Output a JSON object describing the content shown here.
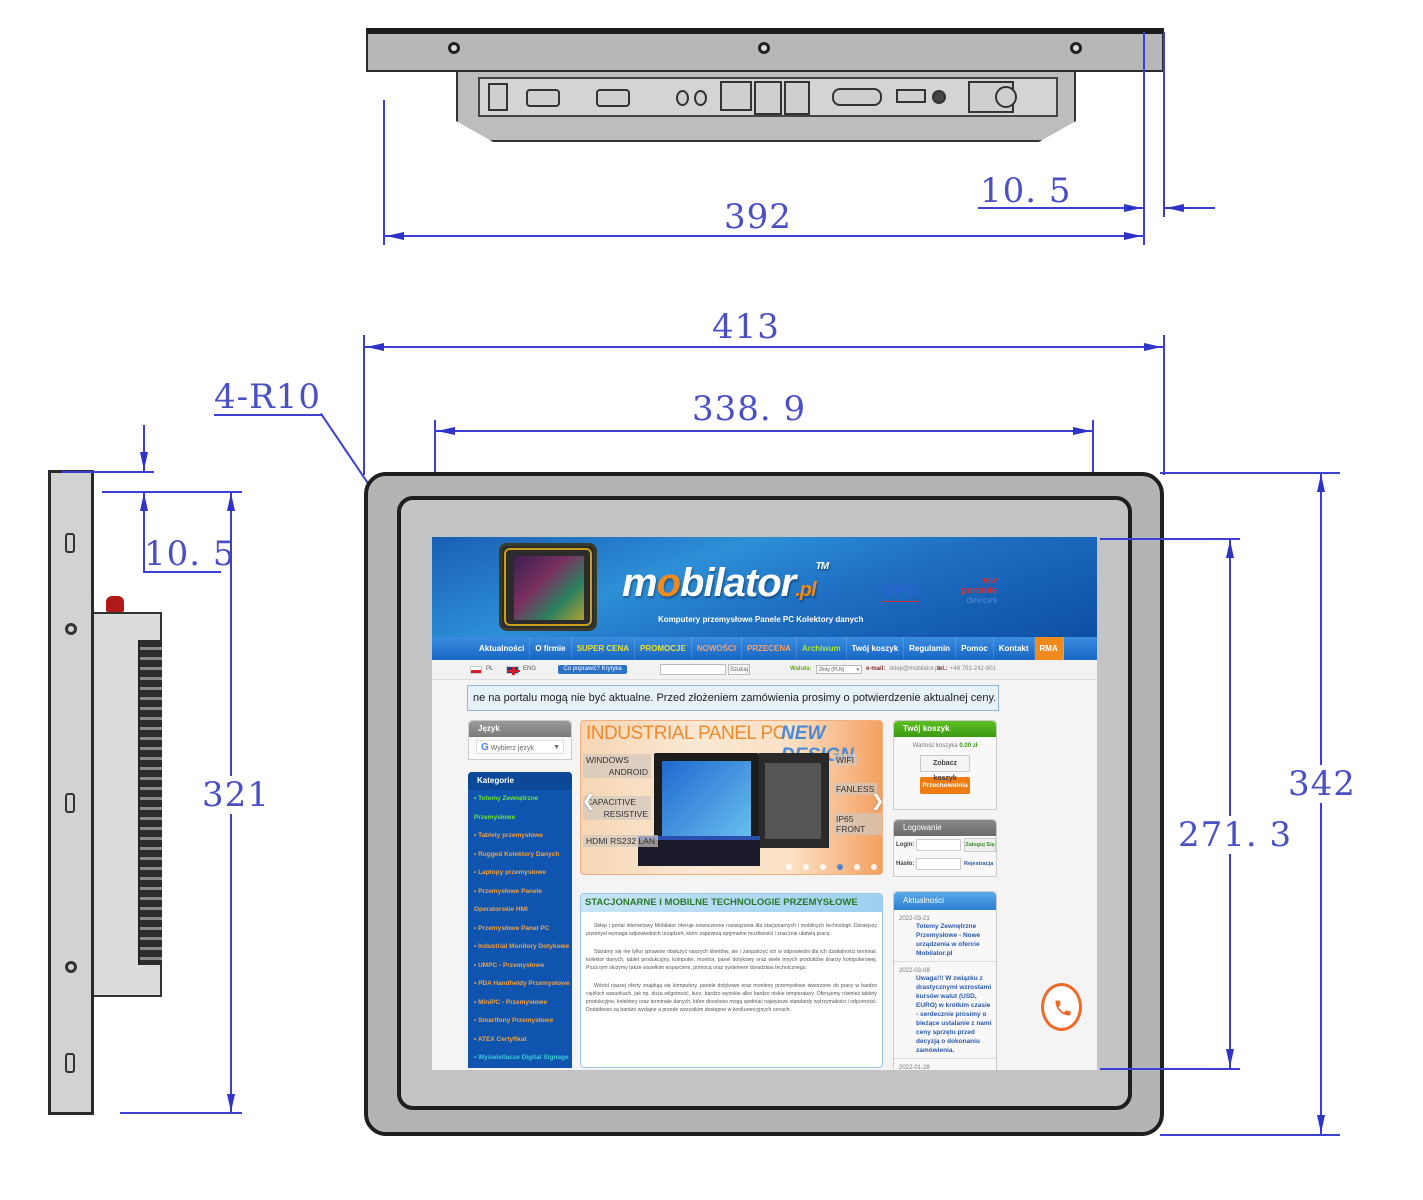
{
  "drawing": {
    "dimensions": {
      "top_width_392": "392",
      "top_depth_10_5": "10. 5",
      "front_overall_width": "413",
      "front_screen_width": "338. 9",
      "corner_radius": "4-R10",
      "side_depth": "10. 5",
      "side_height": "321",
      "front_screen_height": "271. 3",
      "front_overall_height": "342"
    },
    "colors": {
      "dimension_line": "#3b3fd6",
      "dimension_text": "#4a4fc4",
      "frame": "#b4b4b4"
    }
  },
  "website": {
    "header": {
      "logo_pre": "m",
      "logo_o": "o",
      "logo_post": "bilator",
      "logo_tld": ".pl",
      "logo_tm": "TM",
      "tagline": "Komputery przemysłowe   Panele PC   Kolektory danych",
      "npd": "NPD",
      "npd_new": "new",
      "npd_portable": "portable",
      "npd_devices": "devices"
    },
    "nav": [
      {
        "label": "Aktualności",
        "style": ""
      },
      {
        "label": "O firmie",
        "style": ""
      },
      {
        "label": "SUPER CENA",
        "style": "yellow"
      },
      {
        "label": "PROMOCJE",
        "style": "yellow"
      },
      {
        "label": "NOWOŚCI",
        "style": "orange"
      },
      {
        "label": "PRZECENA",
        "style": "orange"
      },
      {
        "label": "Archiwum",
        "style": "green"
      },
      {
        "label": "Twój koszyk",
        "style": ""
      },
      {
        "label": "Regulamin",
        "style": ""
      },
      {
        "label": "Pomoc",
        "style": ""
      },
      {
        "label": "Kontakt",
        "style": ""
      },
      {
        "label": "RMA",
        "style": "rma"
      }
    ],
    "toolbar": {
      "lang_pl": "PL",
      "lang_eng": "ENG",
      "feedback_button": "Co poprawić? Krytyka",
      "search_value": "",
      "search_button": "Szukaj",
      "currency_label": "Waluta:",
      "currency_value": "Złoty (PLN)",
      "email_label": "e-mail:",
      "email_value": "sklep@mobilator.pl",
      "tel_label": "tel.:",
      "tel_value": "+48 791-242-901"
    },
    "notice": "ne na portalu mogą nie być aktualne. Przed złożeniem zamówienia prosimy o potwierdzenie aktualnej ceny. UWAGA!!!",
    "language_box": {
      "title": "Język",
      "select_label": "Wybierz język"
    },
    "categories": {
      "title": "Kategorie",
      "items": [
        {
          "label": "• Totemy Zewnętrzne",
          "style": "green"
        },
        {
          "label": "Przemysłowe",
          "style": "green"
        },
        {
          "label": "• Tablety przemysłowe",
          "style": ""
        },
        {
          "label": "• Rugged Kolektory Danych",
          "style": ""
        },
        {
          "label": "• Laptopy przemysłowe",
          "style": ""
        },
        {
          "label": "• Przemysłowe Panele",
          "style": ""
        },
        {
          "label": "Operatorskie HMI",
          "style": ""
        },
        {
          "label": "• Przemysłowe Panel PC",
          "style": ""
        },
        {
          "label": "• Industrial Monitory Dotykowe",
          "style": ""
        },
        {
          "label": "• UMPC - Przemysłowe",
          "style": ""
        },
        {
          "label": "• PDA Handheldy Przemysłowe",
          "style": ""
        },
        {
          "label": "• MiniPC - Przemysłowe",
          "style": ""
        },
        {
          "label": "• Smartfony Przemysłowe",
          "style": ""
        },
        {
          "label": "• ATEX Certyfikat",
          "style": ""
        },
        {
          "label": "• Wyświetlacze Digital Signage",
          "style": "cyan"
        }
      ]
    },
    "banner": {
      "title": "INDUSTRIAL PANEL PC",
      "subtitle": "NEW DESIGN",
      "tags_left": [
        "WINDOWS",
        "ANDROID",
        "CAPACITIVE",
        "RESISTIVE",
        "HDMI RS232 LAN"
      ],
      "tags_right": [
        "WIFI",
        "FANLESS",
        "IP65 FRONT"
      ],
      "slides": 6,
      "active_slide": 3
    },
    "article": {
      "title": "STACJONARNE I MOBILNE TECHNOLOGIE PRZEMYSŁOWE",
      "paragraphs": [
        "Sklep i portal internetowy Mobilator oferuje nowoczesne rozwiązania dla stacjonarnych i mobilnych technologii. Dzisiejszy przemysł wymaga odpowiednich urządzeń, które zapewnią optymalne możliwości i znacznie ułatwią pracę.",
        "Staramy się nie tylko sprawnie obsłużyć naszych klientów, ale i zaopatrzyć ich w odpowiedni dla ich działalności terminal, kolektor danych, tablet produkcyjny, komputer, monitor, panel dotykowy oraz wiele innych produktów branży komputerowej. Poza tym służymy także wszelkim wsparciem, pomocą oraz systemem doradztwa technicznego.",
        "Wśród naszej oferty znajdują się komputery, panele dotykowe oraz monitory przemysłowe stworzone do pracy w bardzo ciężkich warunkach, jak np. duża wilgotność, kurz, bardzo wysokie albo bardzo niskie temperatury. Oferujemy również tablety produkcyjne, kolektory oraz terminale danych, które docelowo mogą spełniać najwyższe standardy wytrzymałości i odporności. Dodatkowo są bardzo wydajne a przede wszystkim dostępne w konkurencyjnych cenach."
      ]
    },
    "cart": {
      "title": "Twój koszyk",
      "value_label": "Wartość koszyka",
      "value": "0.00 zł",
      "view_button": "Zobacz koszyk",
      "storage_button": "Przechowalnia"
    },
    "login": {
      "title": "Logowanie",
      "login_label": "Login:",
      "password_label": "Hasło:",
      "submit_button": "Zaloguj Się",
      "register_link": "Rejestracja"
    },
    "news": {
      "title": "Aktualności",
      "items": [
        {
          "date": "2022-03-21",
          "title": "Totemy Zewnętrzne Przemysłowe - Nowe urządzenia w ofercie Mobilator.pl"
        },
        {
          "date": "2022-03-08",
          "title": "Uwaga!!! W związku z drastycznymi wzrostami kursów walut (USD, EURO) w krótkim czasie - serdecznie prosimy o bieżące ustalanie z nami ceny sprzętu przed decyzją o dokonaniu zamówienia."
        },
        {
          "date": "2022-01-28",
          "title": ""
        }
      ]
    },
    "colors": {
      "header_blue": "#1e6ec2",
      "accent_orange": "#f08a1c",
      "green": "#3a9a12"
    }
  }
}
